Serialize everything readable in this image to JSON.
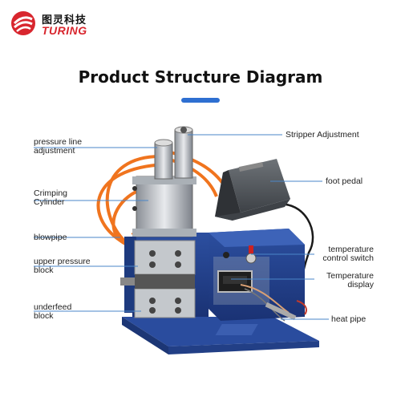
{
  "brand": {
    "name_cn": "图灵科技",
    "name_en": "TURING",
    "accent": "#d8262e"
  },
  "title": "Product Structure Diagram",
  "title_accent": "#2e6fd1",
  "labels": {
    "pressure_line_adjustment": [
      "pressure line",
      "adjustment"
    ],
    "crimping_cylinder": [
      "Crimping",
      "Cylinder"
    ],
    "blowpipe": "blowpipe",
    "upper_pressure_block": [
      "upper pressure",
      "block"
    ],
    "underfeed_block": [
      "underfeed",
      "block"
    ],
    "stripper_adjustment": "Stripper Adjustment",
    "foot_pedal": "foot pedal",
    "temperature_control_switch": [
      "temperature",
      "control switch"
    ],
    "temperature_display": [
      "Temperature",
      "display"
    ],
    "heat_pipe": "heat pipe"
  },
  "line_color": "#4a86c8"
}
